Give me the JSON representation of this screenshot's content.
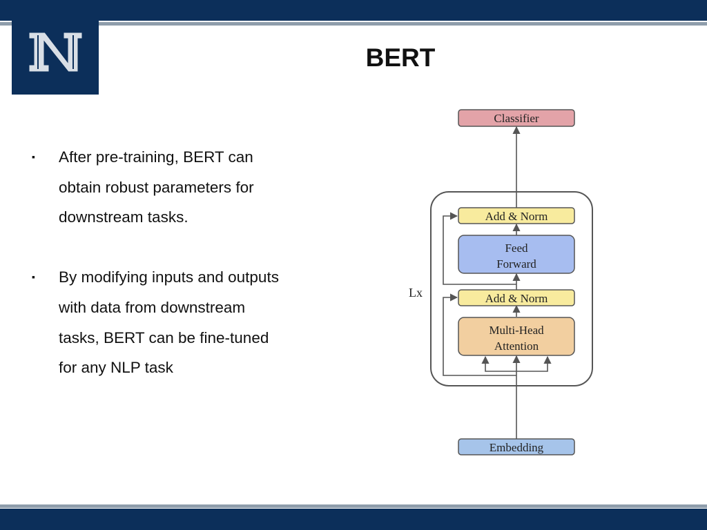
{
  "slide": {
    "title": "BERT",
    "bullets": [
      {
        "marker": "▪",
        "lines": [
          "After pre-training, BERT can",
          "obtain robust parameters for",
          "downstream tasks."
        ]
      },
      {
        "marker": "▪",
        "lines": [
          "By modifying inputs and outputs",
          "with data from downstream",
          "tasks, BERT can be fine-tuned",
          "for any NLP task"
        ]
      }
    ]
  },
  "diagram": {
    "classifier": "Classifier",
    "add_norm_top": "Add & Norm",
    "feed_forward": [
      "Feed",
      "Forward"
    ],
    "repeat_label": "Lx",
    "add_norm_bottom": "Add & Norm",
    "attention": [
      "Multi-Head",
      "Attention"
    ],
    "embedding": "Embedding"
  },
  "colors": {
    "navy": "#0c2f5a",
    "classifier_fill": "#e3a3a8",
    "add_norm_fill": "#f8eb9e",
    "feed_forward_fill": "#a7bdf0",
    "attention_fill": "#f2cfa0",
    "embedding_fill": "#a6c4ea"
  }
}
